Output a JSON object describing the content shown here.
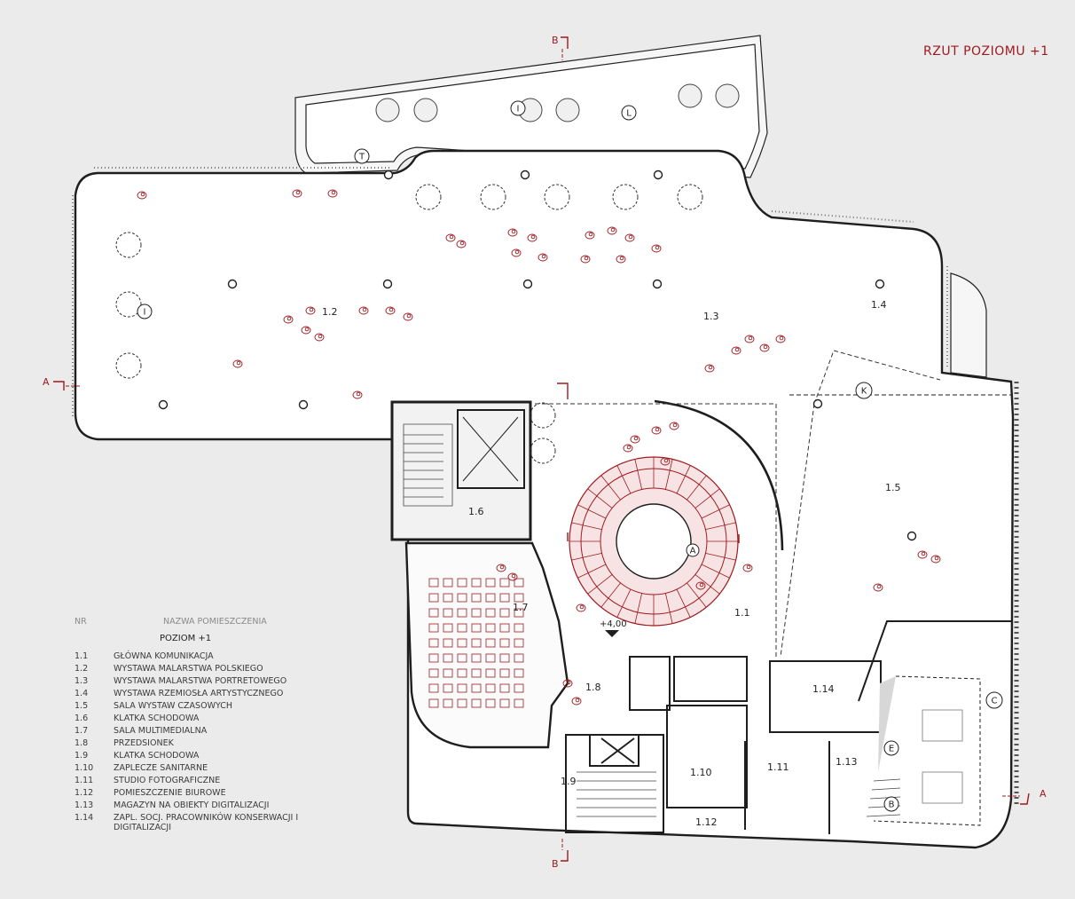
{
  "title": "RZUT POZIOMU +1",
  "legend": {
    "header_nr": "NR",
    "header_name": "NAZWA POMIESZCZENIA",
    "level": "POZIOM +1",
    "rows": [
      {
        "nr": "1.1",
        "name": "GŁÓWNA KOMUNIKACJA"
      },
      {
        "nr": "1.2",
        "name": "WYSTAWA MALARSTWA POLSKIEGO"
      },
      {
        "nr": "1.3",
        "name": "WYSTAWA MALARSTWA PORTRETOWEGO"
      },
      {
        "nr": "1.4",
        "name": "WYSTAWA RZEMIOSŁA ARTYSTYCZNEGO"
      },
      {
        "nr": "1.5",
        "name": "SALA WYSTAW CZASOWYCH"
      },
      {
        "nr": "1.6",
        "name": "KLATKA SCHODOWA"
      },
      {
        "nr": "1.7",
        "name": "SALA MULTIMEDIALNA"
      },
      {
        "nr": "1.8",
        "name": "PRZEDSIONEK"
      },
      {
        "nr": "1.9",
        "name": "KLATKA SCHODOWA"
      },
      {
        "nr": "1.10",
        "name": "ZAPLECZE SANITARNE"
      },
      {
        "nr": "1.11",
        "name": "STUDIO FOTOGRAFICZNE"
      },
      {
        "nr": "1.12",
        "name": "POMIESZCZENIE BIUROWE"
      },
      {
        "nr": "1.13",
        "name": "MAGAZYN NA OBIEKTY DIGITALIZACJI"
      },
      {
        "nr": "1.14",
        "name": "ZAPL. SOCJ. PRACOWNIKÓW KONSERWACJI I DIGITALIZACJI"
      }
    ]
  },
  "rooms": {
    "r1_1": "1.1",
    "r1_2": "1.2",
    "r1_3": "1.3",
    "r1_4": "1.4",
    "r1_5": "1.5",
    "r1_6": "1.6",
    "r1_7": "1.7",
    "r1_8": "1.8",
    "r1_9": "1.9",
    "r1_10": "1.10",
    "r1_11": "1.11",
    "r1_12": "1.12",
    "r1_13": "1.13",
    "r1_14": "1.14"
  },
  "markers": {
    "I_top": "I",
    "L": "L",
    "T": "T",
    "I_left": "I",
    "K": "K",
    "A_stair": "A",
    "C": "C",
    "E": "E",
    "B": "B"
  },
  "sections": {
    "a_left": "A",
    "a_right": "A",
    "b_top": "B",
    "b_bottom": "B"
  },
  "level_mark": "+4,00",
  "colors": {
    "accent": "#9e1b20",
    "wall": "#1e1e1e",
    "floor": "#ffffff",
    "background": "#ebebeb"
  }
}
